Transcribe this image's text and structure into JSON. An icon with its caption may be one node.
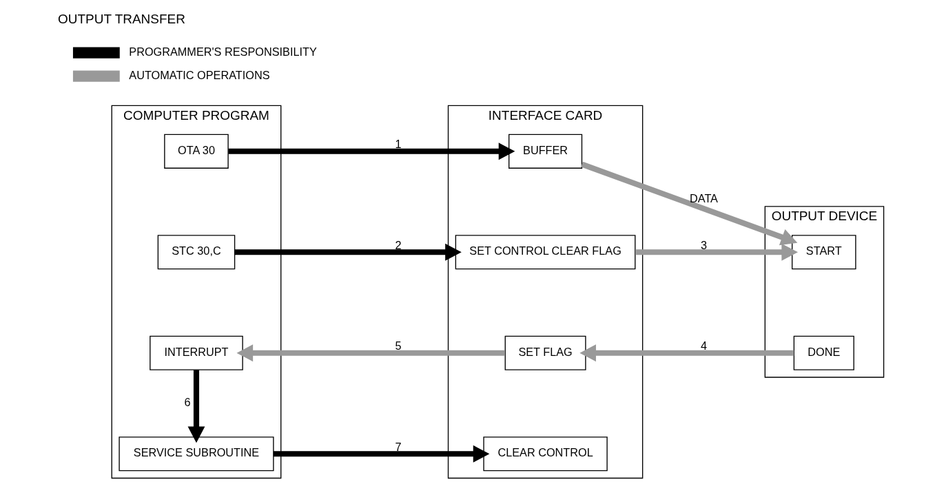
{
  "diagram": {
    "title": "OUTPUT TRANSFER",
    "nodes": [
      {
        "text": [
          "COMPUTER PROGRAM"
        ]
      },
      {
        "text": [
          "OTA 30"
        ],
        "in": 0
      },
      {
        "text": [
          "STC 30,C"
        ],
        "in": 0
      },
      {
        "text": [
          "INTERRUPT"
        ],
        "in": 0
      },
      {
        "text": [
          "SERVICE SUBROUTINE"
        ],
        "in": 0
      },
      {
        "text": [
          "INTERFACE CARD"
        ]
      },
      {
        "text": [
          "BUFFER"
        ],
        "in": 5
      },
      {
        "text": [
          "SET CONTROL CLEAR FLAG"
        ],
        "in": 5
      },
      {
        "text": [
          "SET FLAG"
        ],
        "in": 5
      },
      {
        "text": [
          "CLEAR CONTROL"
        ],
        "in": 5
      },
      {
        "text": [
          "OUTPUT DEVICE"
        ]
      },
      {
        "text": [
          "START"
        ],
        "in": 10
      },
      {
        "text": [
          "DONE"
        ],
        "in": 10
      }
    ],
    "edges": [
      {
        "from": 1,
        "to": 6,
        "arrow": "to",
        "label": "1"
      },
      {
        "from": 2,
        "to": 7,
        "arrow": "to",
        "label": "2"
      },
      {
        "from": 6,
        "to": 11,
        "arrow": "to",
        "label": "DATA",
        "color": "#999999"
      },
      {
        "from": 7,
        "to": 11,
        "arrow": "to",
        "label": "3",
        "color": "#999999"
      },
      {
        "from": 12,
        "to": 8,
        "arrow": "to",
        "label": "4",
        "color": "#999999"
      },
      {
        "from": 8,
        "to": 3,
        "arrow": "to",
        "label": "5",
        "color": "#999999"
      },
      {
        "from": 3,
        "to": 4,
        "arrow": "to",
        "label": "6"
      },
      {
        "from": 4,
        "to": 9,
        "arrow": "to",
        "label": "7"
      }
    ],
    "legend": [
      {
        "text": "PROGRAMMER'S RESPONSIBILITY"
      },
      {
        "text": "AUTOMATIC OPERATIONS"
      }
    ]
  }
}
